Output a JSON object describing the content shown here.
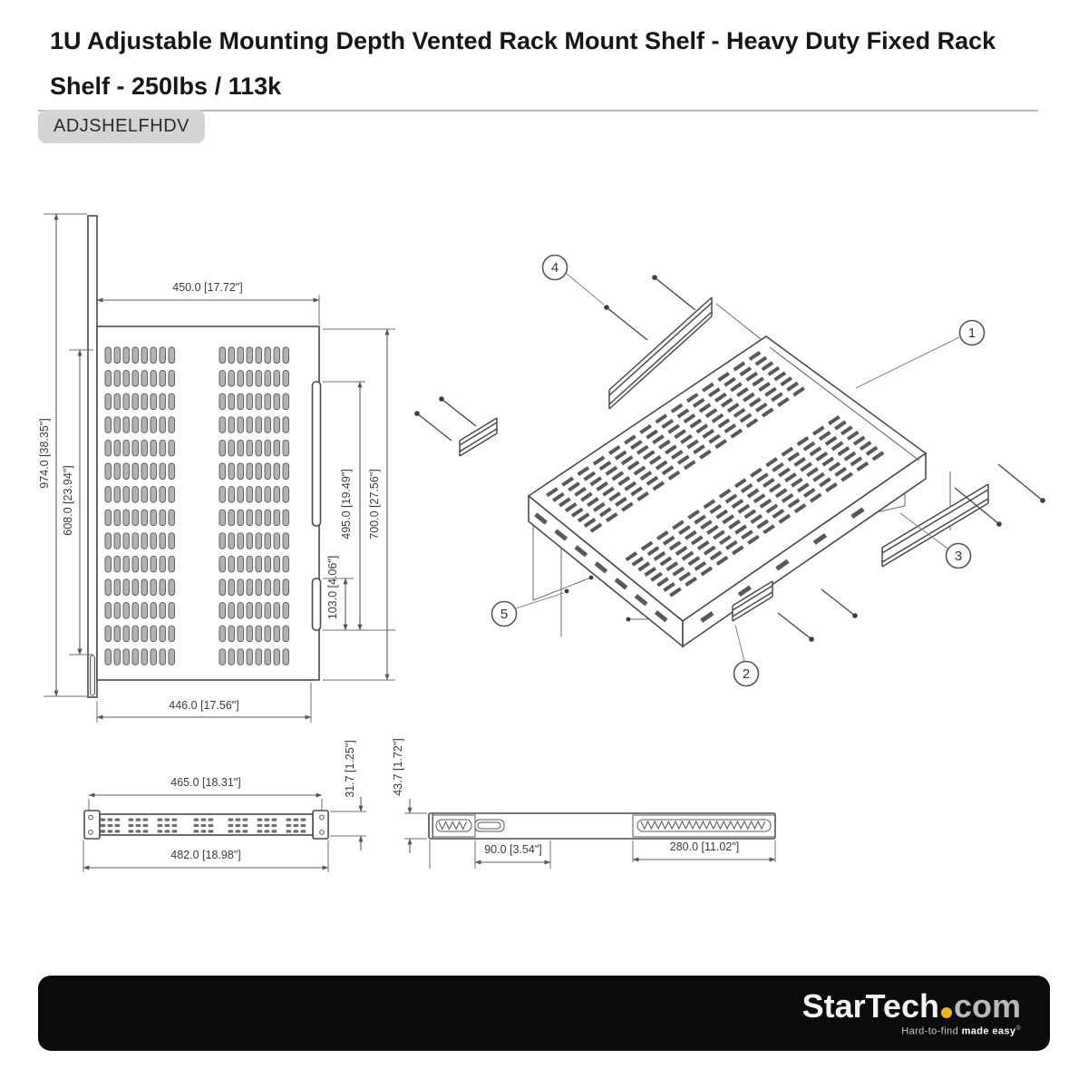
{
  "header": {
    "title_line1": "1U Adjustable Mounting Depth Vented Rack Mount Shelf - Heavy Duty Fixed Rack",
    "title_line2": "Shelf - 250lbs / 113k",
    "product_code": "ADJSHELFHDV"
  },
  "top_view": {
    "dim_width_top": "450.0 [17.72\"]",
    "dim_depth_overall": "974.0 [38.35\"]",
    "dim_depth_inner": "608.0 [23.94\"]",
    "dim_rail_length": "495.0 [19.49\"]",
    "dim_rail_lower": "103.0 [4.06\"]",
    "dim_depth_shelf": "700.0 [27.56\"]",
    "dim_width_bottom": "446.0 [17.56\"]"
  },
  "front_view": {
    "dim_width_inner": "465.0 [18.31\"]",
    "dim_width_outer": "482.0 [18.98\"]",
    "dim_height": "31.7 [1.25\"]"
  },
  "side_view": {
    "dim_height": "43.7 [1.72\"]",
    "dim_slot": "90.0 [3.54\"]",
    "dim_vent": "280.0 [11.02\"]"
  },
  "isometric": {
    "callouts": [
      {
        "number": "1"
      },
      {
        "number": "2"
      },
      {
        "number": "3"
      },
      {
        "number": "4"
      },
      {
        "number": "5"
      }
    ]
  },
  "footer": {
    "brand_star": "Star",
    "brand_tech": "Tech",
    "brand_com": "com",
    "tagline_light": "Hard-to-find",
    "tagline_bold": " made easy",
    "tagline_mark": "®",
    "colors": {
      "bar_bg": "#0b0b0b",
      "dot": "#f2b517"
    }
  }
}
